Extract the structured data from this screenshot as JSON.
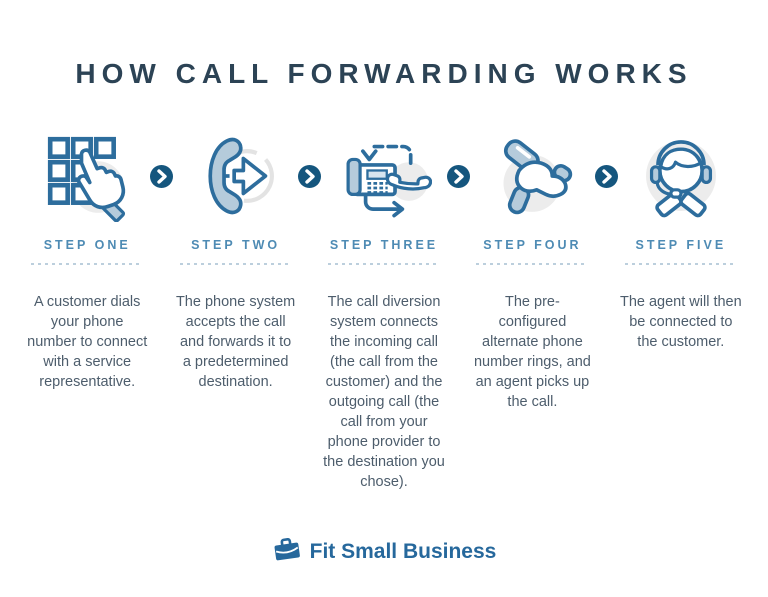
{
  "title": "HOW CALL FORWARDING WORKS",
  "steps": [
    {
      "label": "STEP ONE",
      "icon": "keypad-dial-icon",
      "text": "A customer dials your phone number to connect with a service representative."
    },
    {
      "label": "STEP TWO",
      "icon": "handset-forward-icon",
      "text": "The phone system accepts the call and forwards it to a predetermined destination."
    },
    {
      "label": "STEP THREE",
      "icon": "phone-diversion-icon",
      "text": "The call diversion system connects the incoming call (the call from the customer) and the outgoing call (the call from your phone provider to the destination you chose)."
    },
    {
      "label": "STEP FOUR",
      "icon": "hand-pickup-handset-icon",
      "text": "The pre-configured alternate phone number rings, and an agent picks up the call."
    },
    {
      "label": "STEP FIVE",
      "icon": "agent-headset-icon",
      "text": "The agent will then be connected to the customer."
    }
  ],
  "separator": {
    "icon": "chevron-right-circle-icon"
  },
  "logo": {
    "icon": "briefcase-icon",
    "text": "Fit Small Business"
  },
  "colors": {
    "title": "#2c4355",
    "step_label": "#4e8bb4",
    "body_text": "#4d5d6c",
    "icon_stroke": "#2d6d9d",
    "icon_fill_light": "#b5cbdb",
    "icon_bg_circle": "#ececec",
    "arrow_circle": "#15567e",
    "divider": "#bccfdd",
    "logo_blue": "#26689c",
    "background": "#ffffff"
  }
}
